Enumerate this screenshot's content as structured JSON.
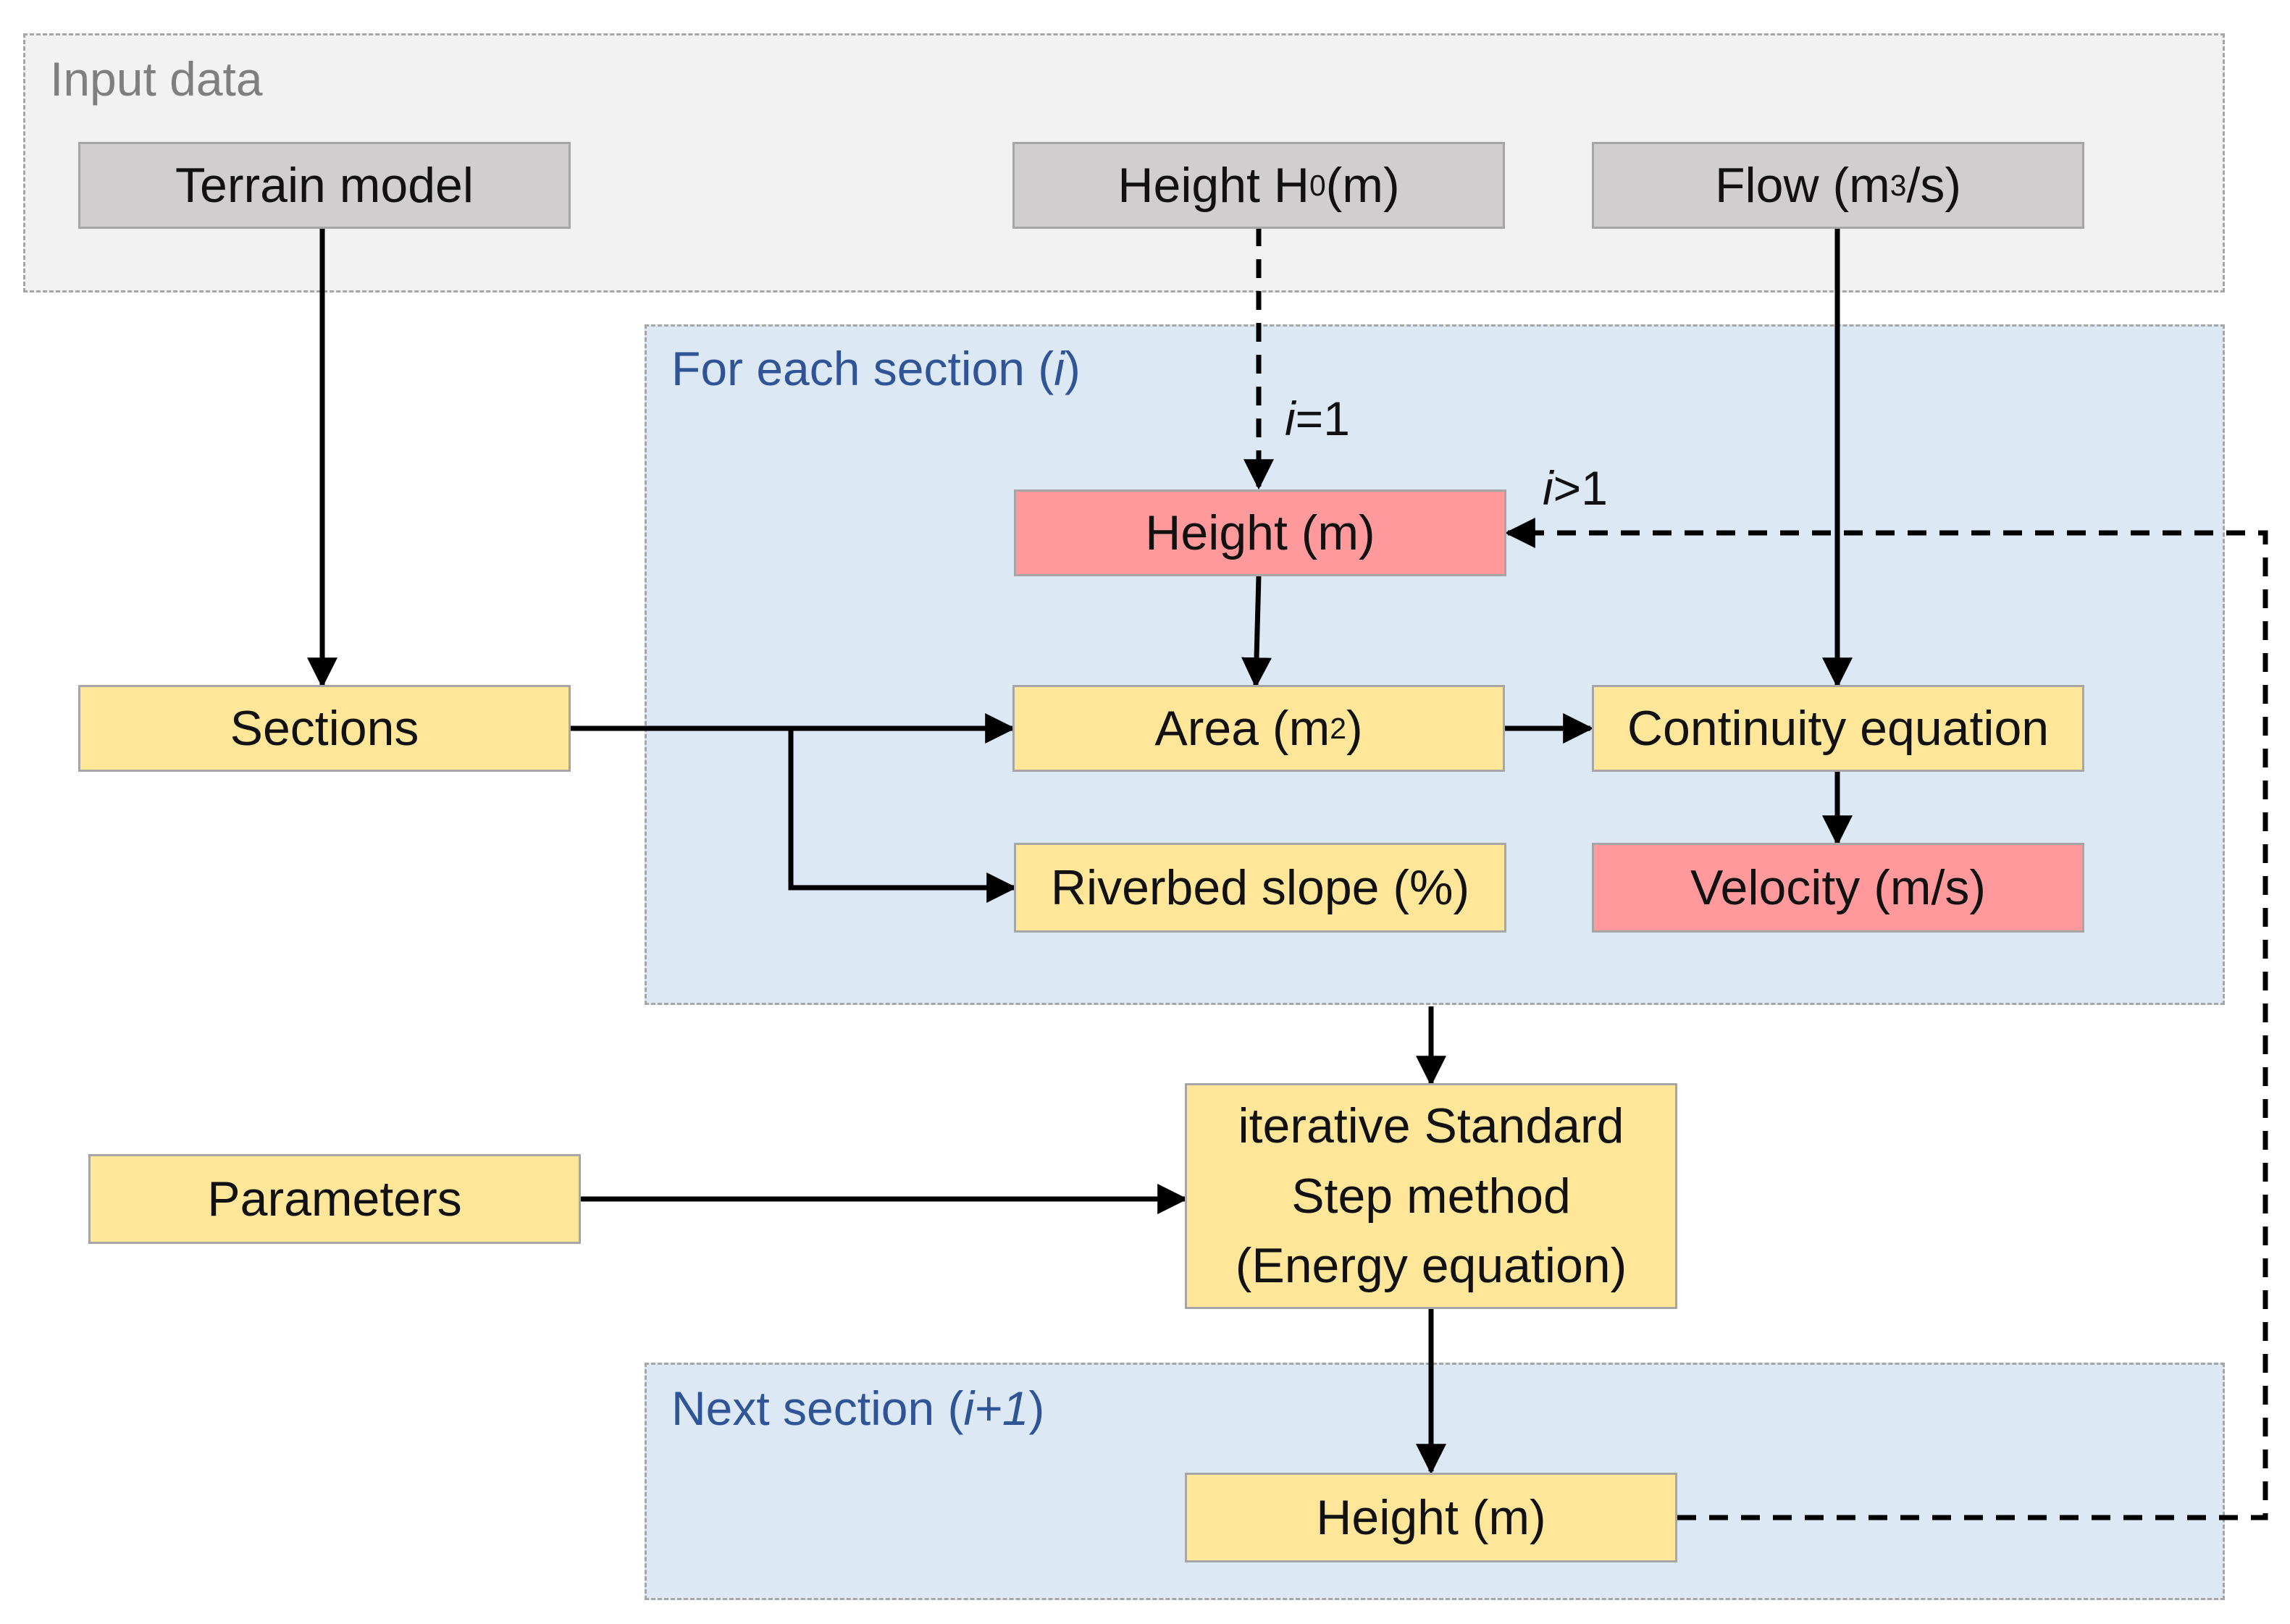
{
  "regions": {
    "input": {
      "label": "Input data"
    },
    "each_section": {
      "label_prefix": "For each section (",
      "label_var": "i",
      "label_suffix": ")"
    },
    "next_section": {
      "label_prefix": "Next section (",
      "label_var": "i+1",
      "label_suffix": ")"
    }
  },
  "nodes": {
    "terrain_model": "Terrain model",
    "height_h0": {
      "main": "Height H",
      "sub": "0",
      "rest": " (m)"
    },
    "flow": {
      "main": "Flow (m",
      "sup": "3",
      "rest": "/s)"
    },
    "height": "Height (m)",
    "sections": "Sections",
    "area": {
      "main": "Area (m",
      "sup": "2",
      "rest": ")"
    },
    "continuity": "Continuity equation",
    "riverbed_slope": "Riverbed slope (%)",
    "velocity": "Velocity (m/s)",
    "parameters": "Parameters",
    "standard_step": [
      "iterative Standard",
      "Step method",
      "(Energy equation)"
    ],
    "next_height": "Height (m)"
  },
  "edge_labels": {
    "i_eq_1": {
      "var": "i",
      "rest": "=1"
    },
    "i_gt_1": {
      "var": "i",
      "rest": ">1"
    }
  },
  "colors": {
    "input_fill": "#f2f2f2",
    "section_fill": "#dde8f5",
    "gray_box": "#d0cece",
    "yellow_box": "#ffe699",
    "red_box": "#ff999c",
    "input_label": "#7f7f7f",
    "section_label": "#2f5597"
  }
}
